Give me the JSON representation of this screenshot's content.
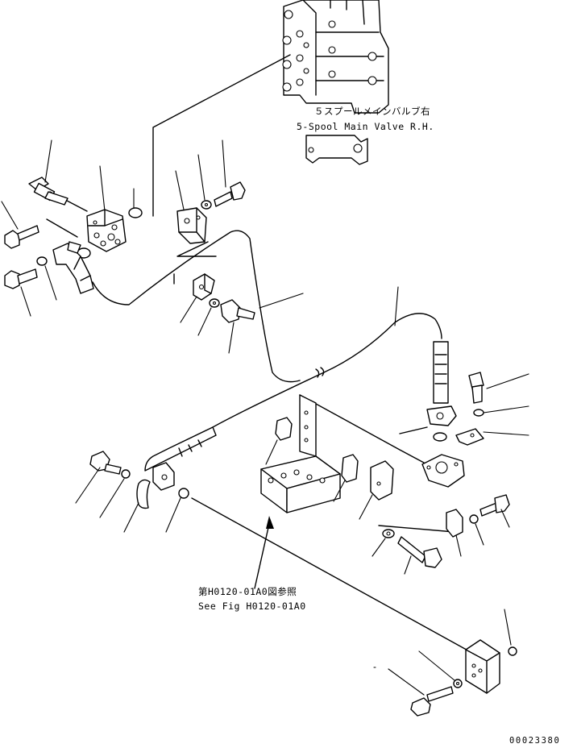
{
  "labels": {
    "valve_jp": "５スプールメインバルブ右",
    "valve_en": "5-Spool Main Valve R.H.",
    "ref_jp": "第H0120-01A0図参照",
    "ref_en": "See Fig H0120-01A0"
  },
  "doc_id": "00023380"
}
